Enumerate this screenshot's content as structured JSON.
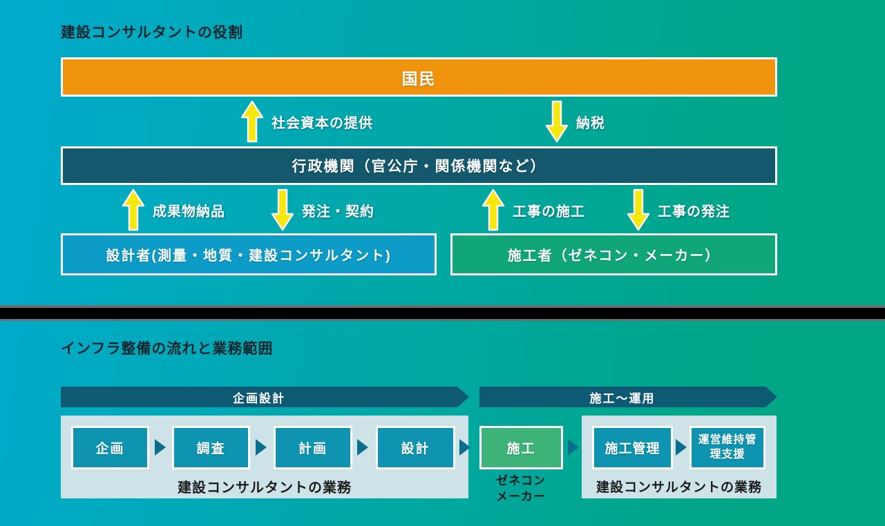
{
  "section1": {
    "title": "建設コンサルタントの役割",
    "kokumin": "国民",
    "gyosei": "行政機関（官公庁・関係機関など）",
    "sekkeisha": "設計者(測量・地質・建設コンサルタント)",
    "sekosha": "施工者（ゼネコン・メーカー）",
    "arrows": [
      {
        "direction": "up",
        "label": "社会資本の提供"
      },
      {
        "direction": "down",
        "label": "納税"
      },
      {
        "direction": "up",
        "label": "成果物納品"
      },
      {
        "direction": "down",
        "label": "発注・契約"
      },
      {
        "direction": "up",
        "label": "工事の施工"
      },
      {
        "direction": "down",
        "label": "工事の発注"
      }
    ]
  },
  "section2": {
    "title": "インフラ整備の流れと業務範囲",
    "phases": [
      {
        "label": "企画設計"
      },
      {
        "label": "施工〜運用"
      }
    ],
    "steps": [
      {
        "label": "企画"
      },
      {
        "label": "調査"
      },
      {
        "label": "計画"
      },
      {
        "label": "設計"
      },
      {
        "label": "施工"
      },
      {
        "label": "施工管理"
      },
      {
        "label": "運営維持管理支援"
      }
    ],
    "scopes": {
      "left": "建設コンサルタントの業務",
      "middle_line1": "ゼネコン",
      "middle_line2": "メーカー",
      "right": "建設コンサルタントの業務"
    }
  },
  "colors": {
    "background_left": "#00aacd",
    "background_right": "#00a685",
    "citizen_orange": "#f0940e",
    "government_teal": "#14586d",
    "designer_blue": "#0d9bc7",
    "contractor_green": "#11a678",
    "construction_green": "#3db377",
    "step_teal": "#0e94b0",
    "triangle_teal": "#0c6e8e",
    "panel_light": "#cde3e8",
    "arrow_yellow": "#f6e70c",
    "divider_black": "#000000"
  }
}
